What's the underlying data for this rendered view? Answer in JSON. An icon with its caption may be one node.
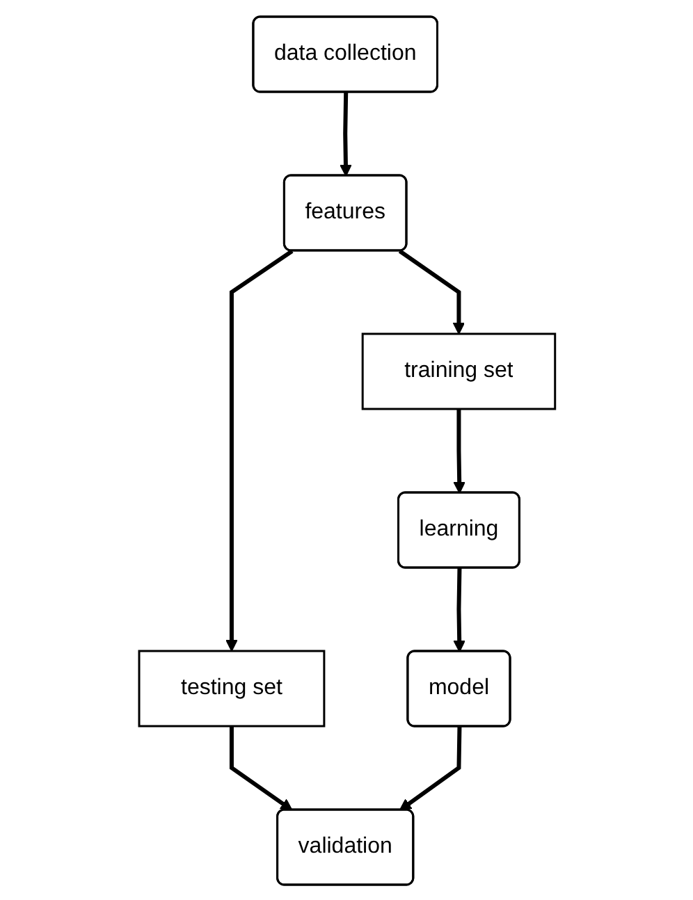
{
  "diagram": {
    "nodes": [
      {
        "text": [
          "data collection"
        ]
      },
      {
        "text": [
          "features"
        ]
      },
      {
        "text": [
          "training set"
        ]
      },
      {
        "text": [
          "testing set"
        ]
      },
      {
        "text": [
          "learning"
        ]
      },
      {
        "text": [
          "model"
        ]
      },
      {
        "text": [
          "validation"
        ]
      }
    ],
    "edges": [
      {
        "from": 0,
        "to": 1,
        "arrow": "to"
      },
      {
        "from": 1,
        "to": 2,
        "arrow": "to"
      },
      {
        "from": 1,
        "to": 3,
        "arrow": "to"
      },
      {
        "from": 2,
        "to": 4,
        "arrow": "to"
      },
      {
        "from": 4,
        "to": 5,
        "arrow": "to"
      },
      {
        "from": 3,
        "to": 6,
        "arrow": "to"
      },
      {
        "from": 5,
        "to": 6,
        "arrow": "to"
      }
    ]
  }
}
